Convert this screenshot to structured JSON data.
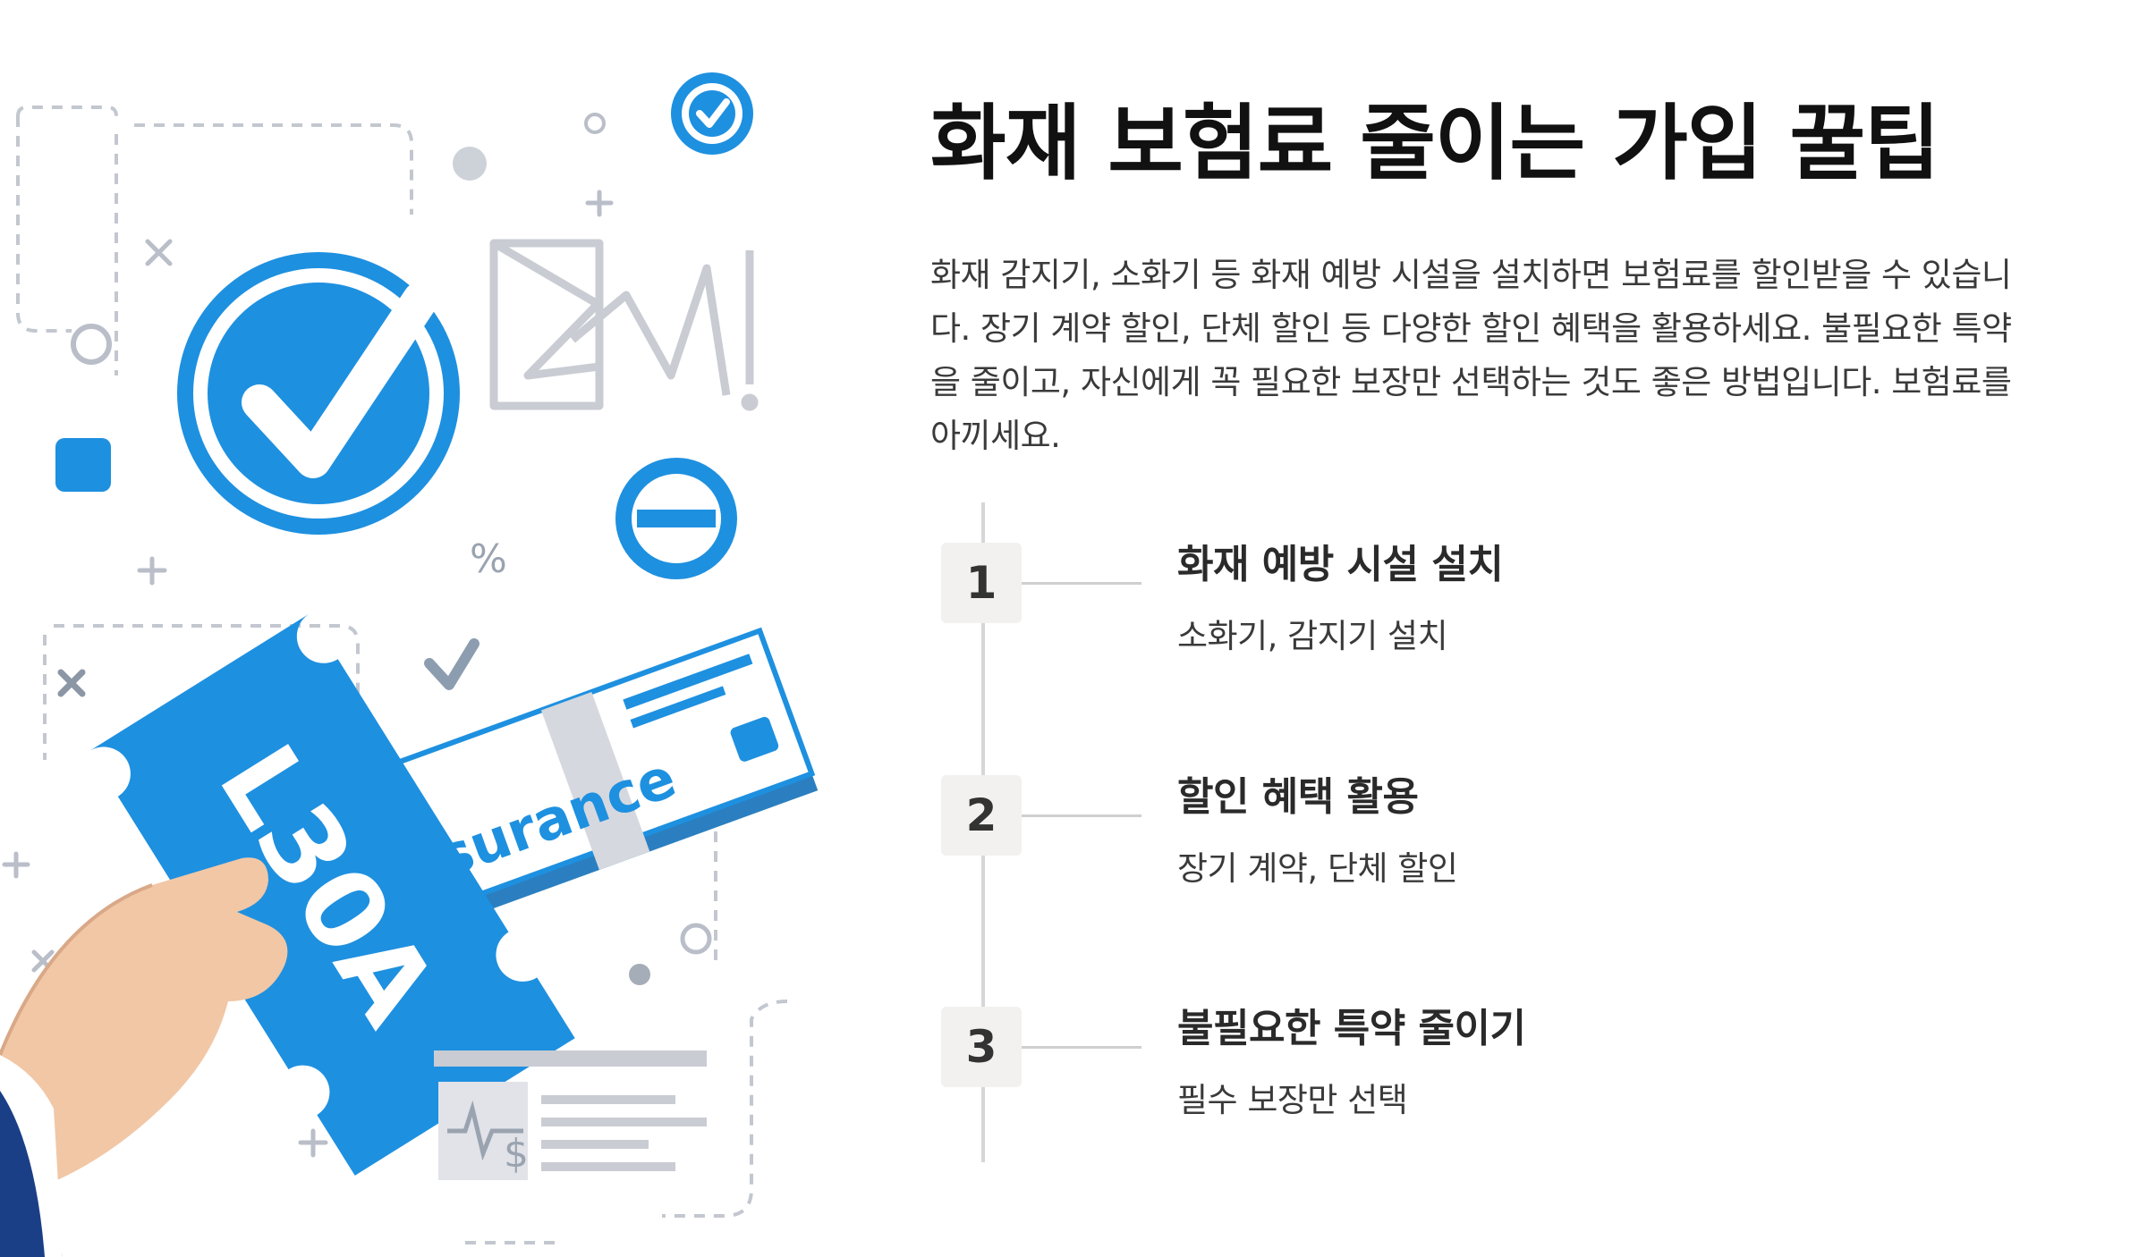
{
  "title": "화재 보험료 줄이는 가입 꿀팁",
  "description": "화재 감지기, 소화기 등 화재 예방 시설을 설치하면 보험료를 할인받을 수 있습니다. 장기 계약 할인, 단체 할인 등 다양한 할인 혜택을 활용하세요. 불필요한 특약을 줄이고, 자신에게 꼭 필요한 보장만 선택하는 것도 좋은 방법입니다. 보험료를 아끼세요.",
  "illustration": {
    "card_text": "Insurance",
    "ticket_text": "L30A",
    "dollar_sign": "$",
    "percent_sign": "%",
    "colors": {
      "accent": "#1e90e0",
      "accent_dark": "#0c6fb8",
      "gray": "#c9ccd3",
      "card_edge": "#2b7fc0"
    }
  },
  "steps": [
    {
      "number": "1",
      "title": "화재 예방 시설 설치",
      "subtitle": "소화기, 감지기 설치"
    },
    {
      "number": "2",
      "title": "할인 혜택 활용",
      "subtitle": "장기 계약, 단체 할인"
    },
    {
      "number": "3",
      "title": "불필요한 특약 줄이기",
      "subtitle": "필수 보장만 선택"
    }
  ]
}
